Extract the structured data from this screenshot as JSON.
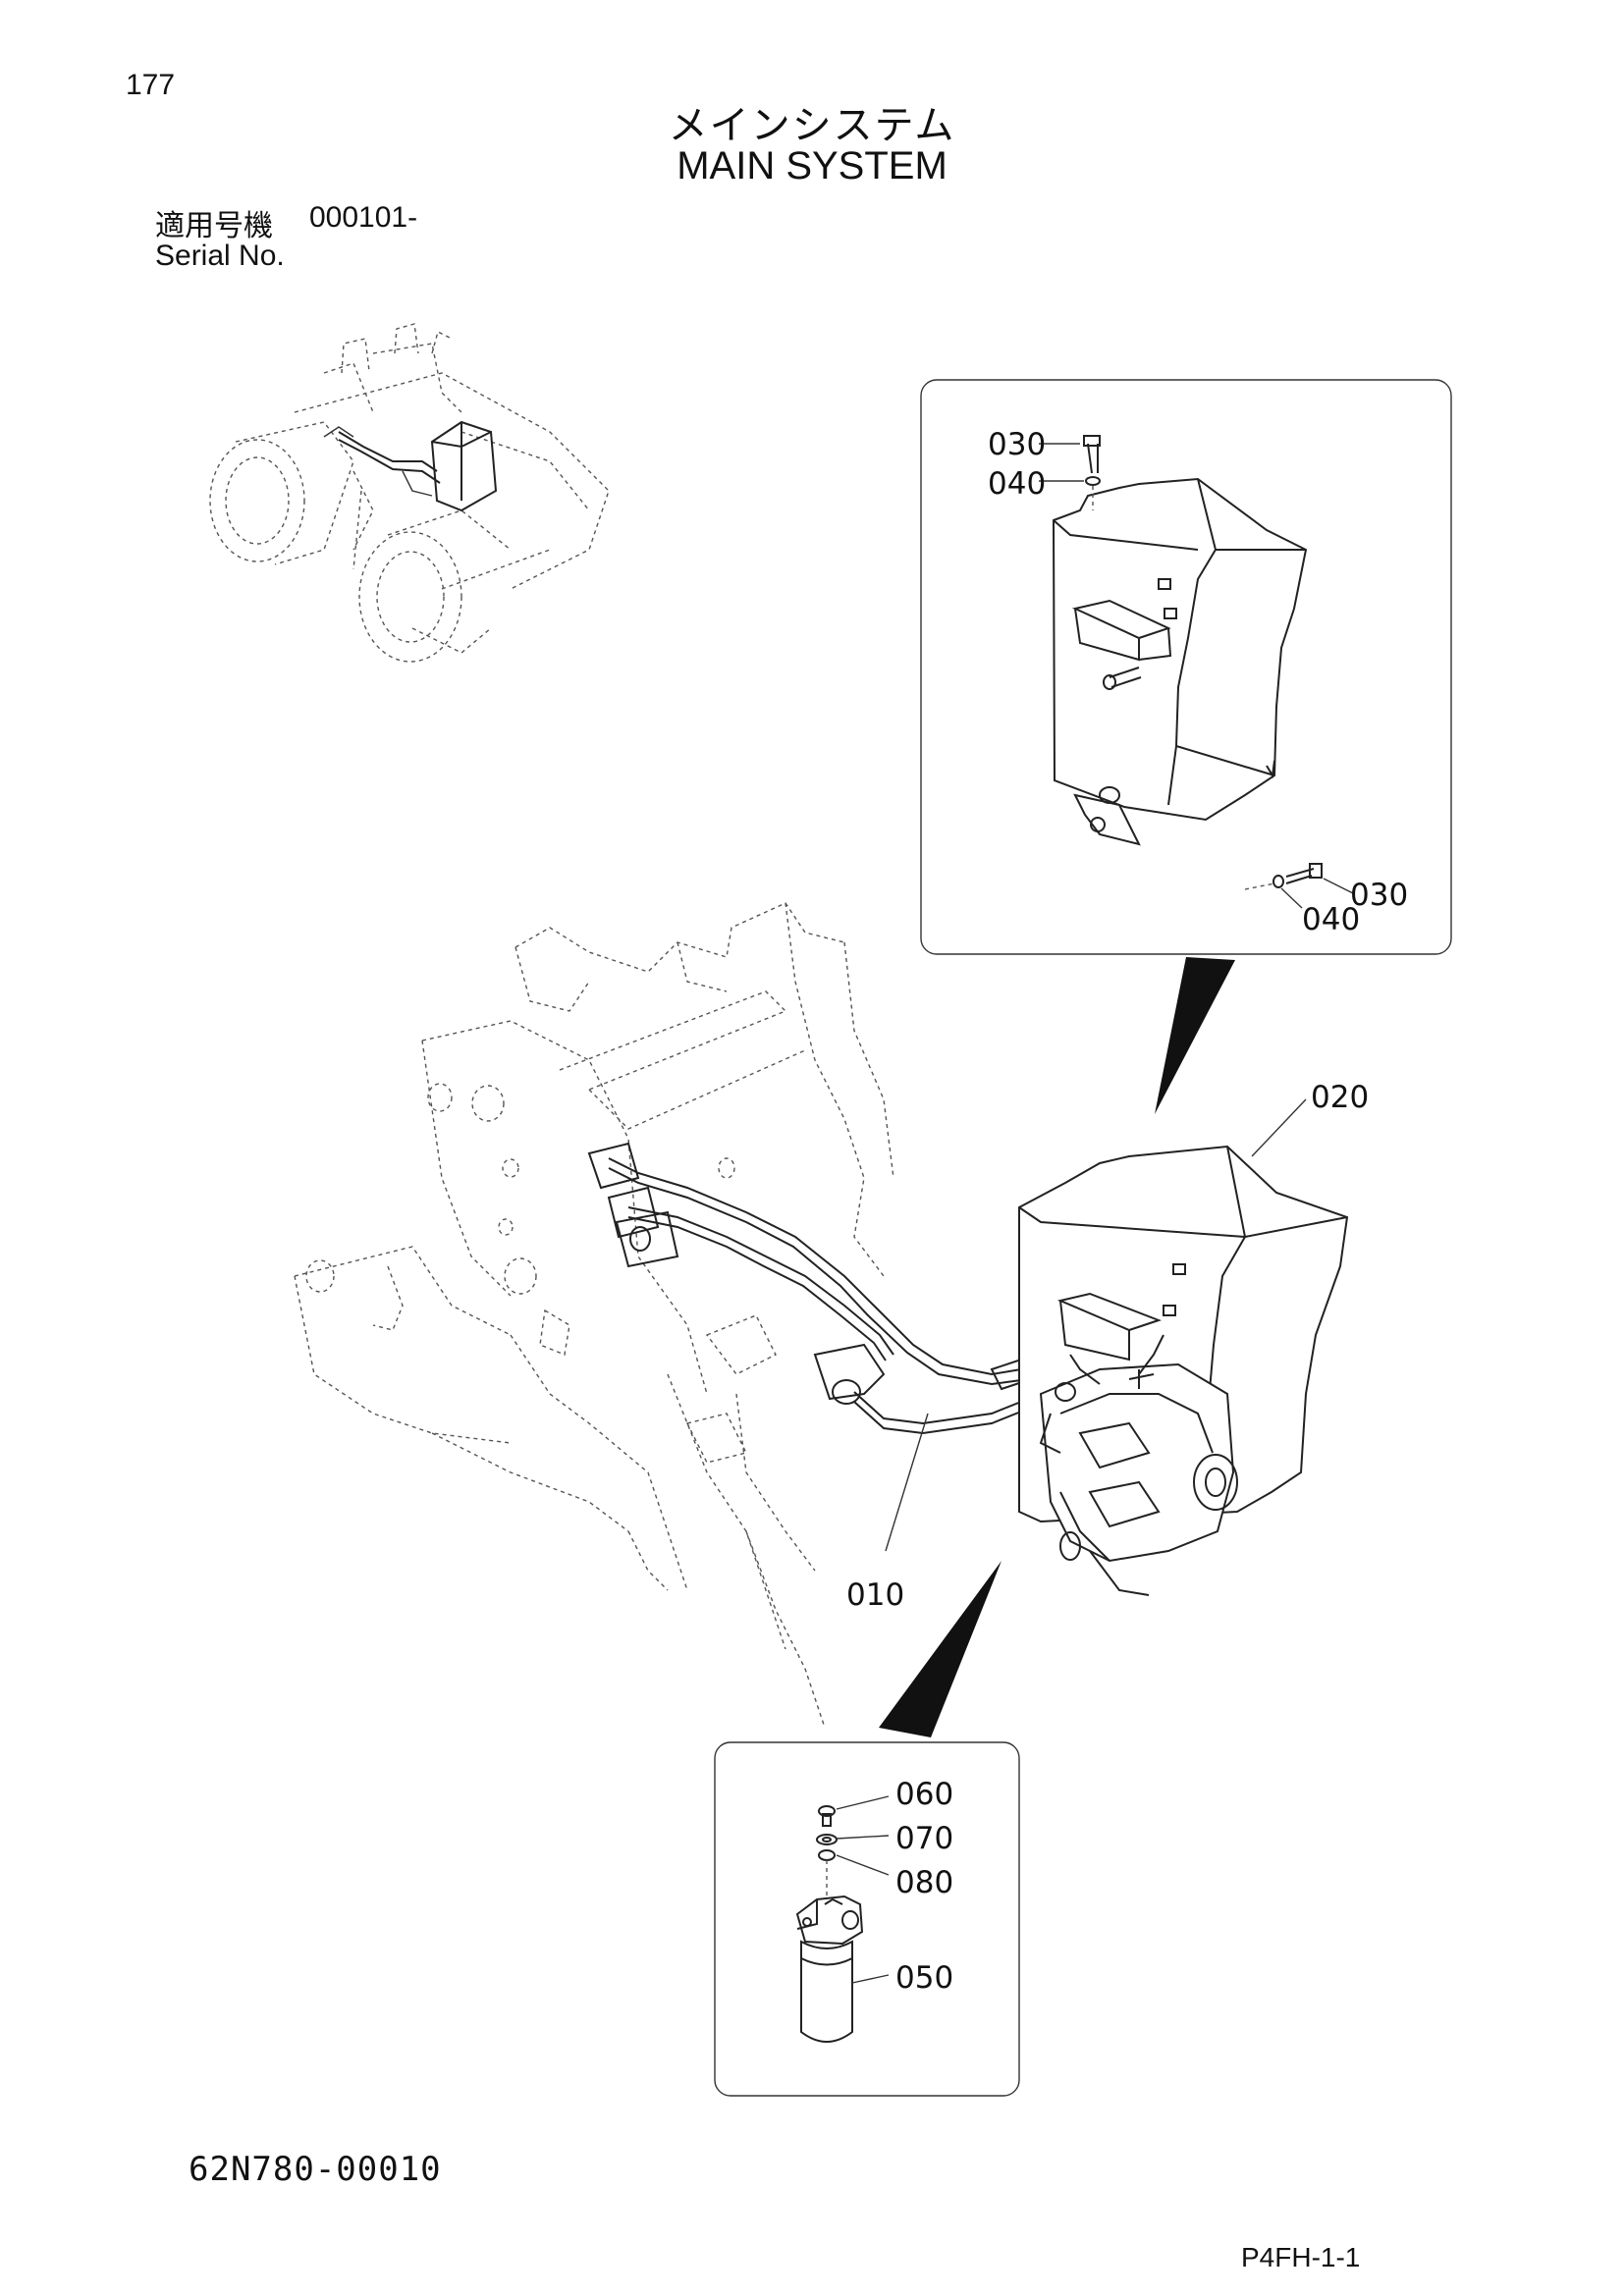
{
  "page": {
    "number": "177",
    "title_jp": "メインシステム",
    "title_en": "MAIN SYSTEM",
    "serial_label_jp": "適用号機",
    "serial_value": "000101-",
    "serial_label_en": "Serial No.",
    "drawing_code": "62N780-00010",
    "page_ref": "P4FH-1-1"
  },
  "callouts": {
    "c030a": "030",
    "c040a": "040",
    "c030b": "030",
    "c040b": "040",
    "c020": "020",
    "c010": "010",
    "c060": "060",
    "c070": "070",
    "c080": "080",
    "c050": "050"
  }
}
